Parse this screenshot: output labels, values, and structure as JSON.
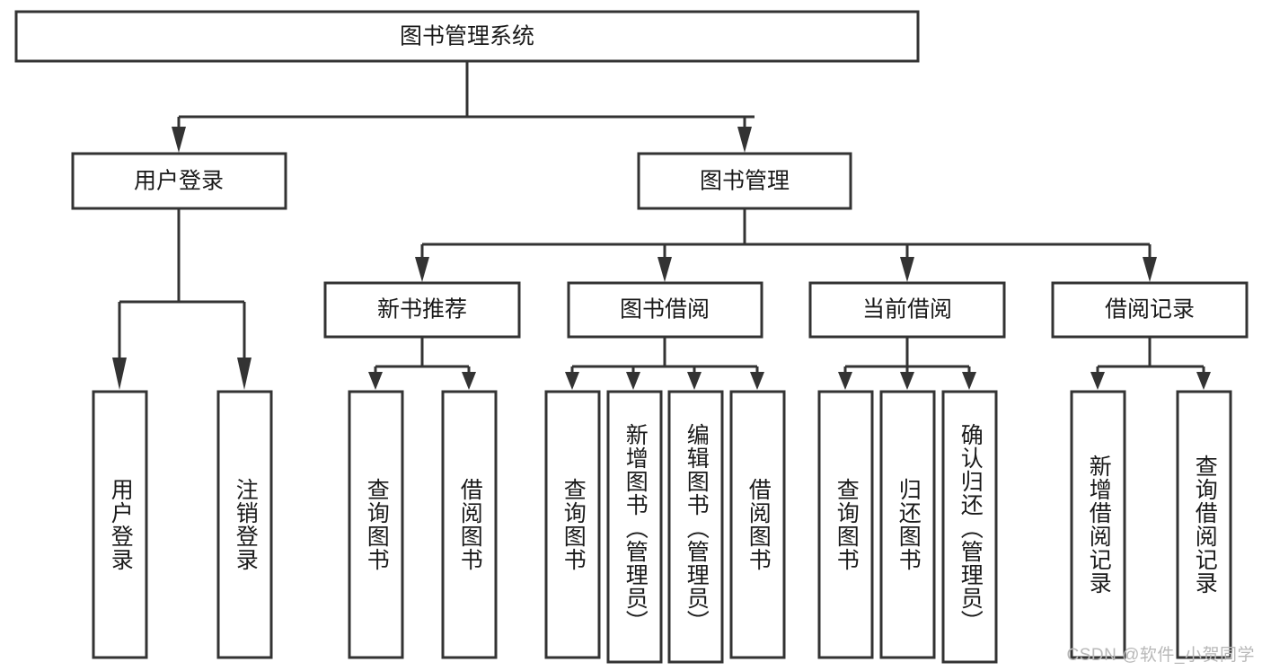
{
  "diagram": {
    "title": "图书管理系统",
    "type": "tree-hierarchy",
    "watermark": "CSDN @软件_小贺同学",
    "colors": {
      "box_fill": "#ffffff",
      "box_stroke": "#333333",
      "text": "#1a1a1a",
      "watermark": "#b8b8b8",
      "background": "#ffffff"
    },
    "root": {
      "label": "图书管理系统"
    },
    "level2": [
      {
        "label": "用户登录"
      },
      {
        "label": "图书管理"
      }
    ],
    "level3": [
      {
        "label": "新书推荐"
      },
      {
        "label": "图书借阅"
      },
      {
        "label": "当前借阅"
      },
      {
        "label": "借阅记录"
      }
    ],
    "leaves": {
      "user_login": [
        {
          "label": "用户登录"
        },
        {
          "label": "注销登录"
        }
      ],
      "new_book_recommend": [
        {
          "label": "查询图书"
        },
        {
          "label": "借阅图书"
        }
      ],
      "book_borrow": [
        {
          "label": "查询图书"
        },
        {
          "label": "新增图书（管理员）"
        },
        {
          "label": "编辑图书（管理员）"
        },
        {
          "label": "借阅图书"
        }
      ],
      "current_borrow": [
        {
          "label": "查询图书"
        },
        {
          "label": "归还图书"
        },
        {
          "label": "确认归还（管理员）"
        }
      ],
      "borrow_record": [
        {
          "label": "新增借阅记录"
        },
        {
          "label": "查询借阅记录"
        }
      ]
    }
  }
}
